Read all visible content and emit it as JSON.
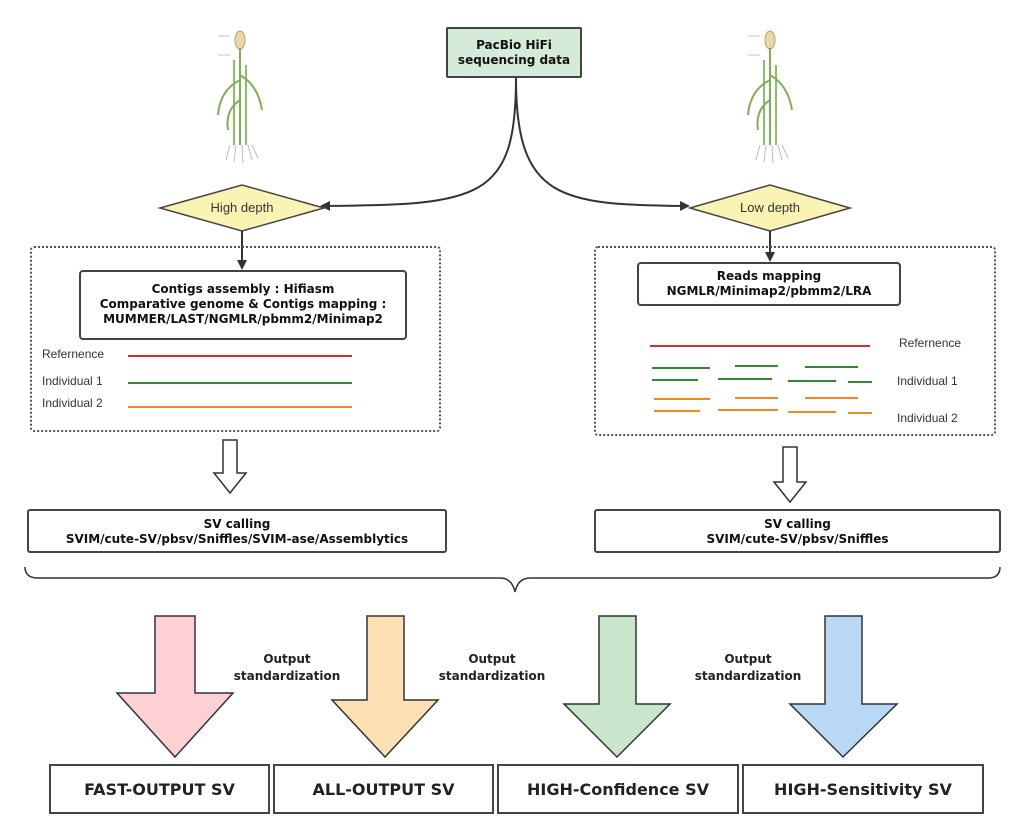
{
  "top": {
    "line1": "PacBio HiFi",
    "line2": "sequencing data",
    "color": "#d5ead8"
  },
  "high_depth": "High depth",
  "low_depth": "Low depth",
  "diamond_color": "#fbf3b4",
  "left_box": {
    "line1": "Contigs assembly : Hifiasm",
    "line2": "Comparative genome & Contigs  mapping :",
    "line3": "MUMMER/LAST/NGMLR/pbmm2/Minimap2"
  },
  "right_box": {
    "line1": "Reads mapping",
    "line2": "NGMLR/Minimap2/pbmm2/LRA"
  },
  "legend": {
    "reference": "Refernence",
    "ind1": "Individual 1",
    "ind2": "Individual 2",
    "ref_color": "#d62d2d",
    "ind1_color": "#2e8b2e",
    "ind2_color": "#f08a1c"
  },
  "sv_left": {
    "line1": "SV calling",
    "line2": "SVIM/cute-SV/pbsv/Sniffles/SVIM-ase/Assemblytics"
  },
  "sv_right": {
    "line1": "SV calling",
    "line2": "SVIM/cute-SV/pbsv/Sniffles"
  },
  "standardization": [
    "Output",
    "standardization"
  ],
  "outputs": [
    {
      "label": "FAST-OUTPUT SV",
      "color": "#fcd0d4"
    },
    {
      "label": "ALL-OUTPUT SV",
      "color": "#fde0b3"
    },
    {
      "label": "HIGH-Confidence SV",
      "color": "#c9e5cb"
    },
    {
      "label": "HIGH-Sensitivity SV",
      "color": "#b9d8f5"
    }
  ]
}
